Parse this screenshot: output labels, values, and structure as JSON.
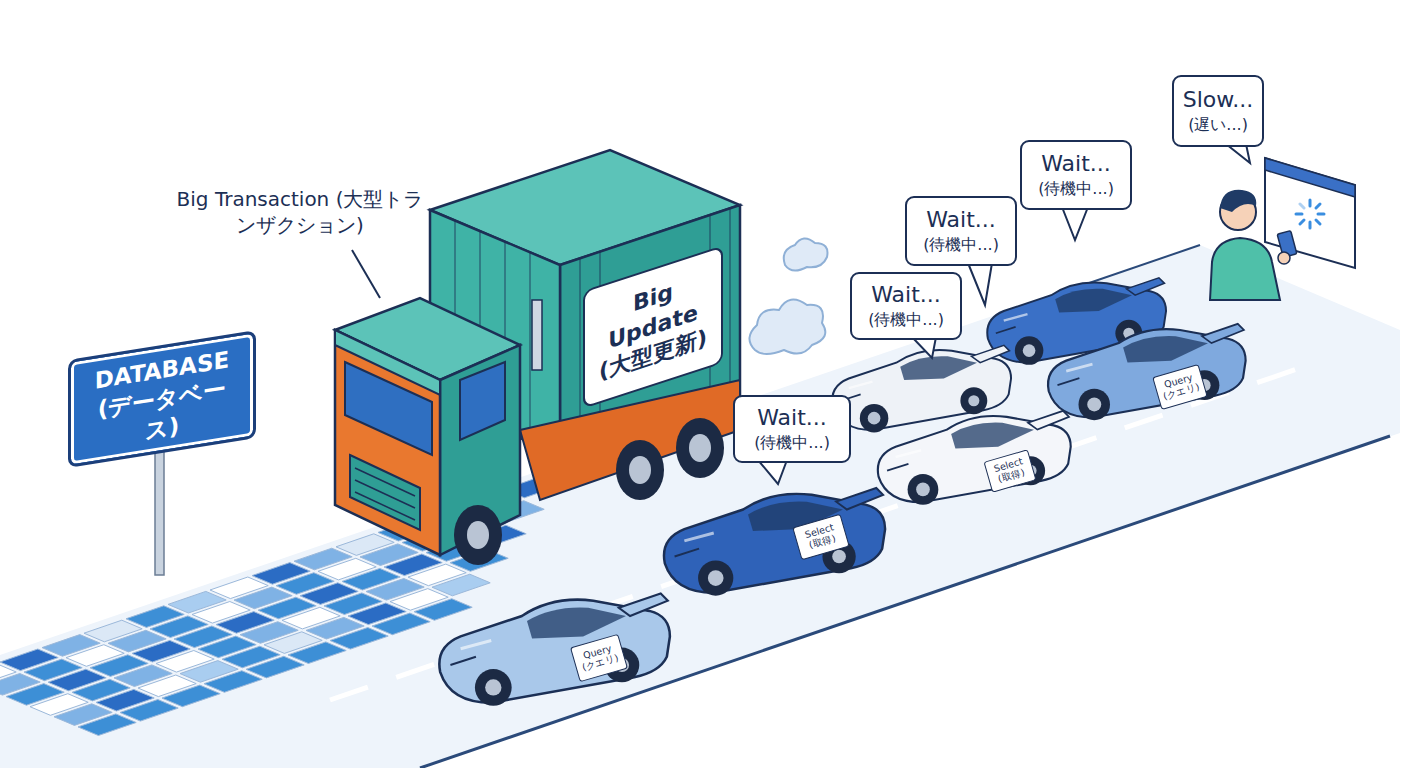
{
  "diagram": {
    "nodes": [
      {
        "text": [
          "DATABASE (データベース)"
        ]
      },
      {
        "text": [
          "Big Update (大型更新)"
        ]
      },
      {
        "text": [
          "Query (クエリ)"
        ]
      },
      {
        "text": [
          "Select (取得)"
        ]
      },
      {
        "text": [
          "Wait... (待機中...)"
        ]
      },
      {
        "text": [
          "Wait... (待機中...)"
        ]
      },
      {
        "text": [
          "Select (取得)"
        ]
      },
      {
        "text": [
          "Wait... (待機中...)"
        ]
      },
      {
        "text": [
          "Wait... (待機中...)"
        ]
      },
      {
        "text": [
          "Query (クエリ)"
        ]
      },
      {
        "text": [
          "Slow... (遅い...)"
        ]
      }
    ],
    "labels": [
      "Big Transaction (大型トランザクション)"
    ]
  }
}
